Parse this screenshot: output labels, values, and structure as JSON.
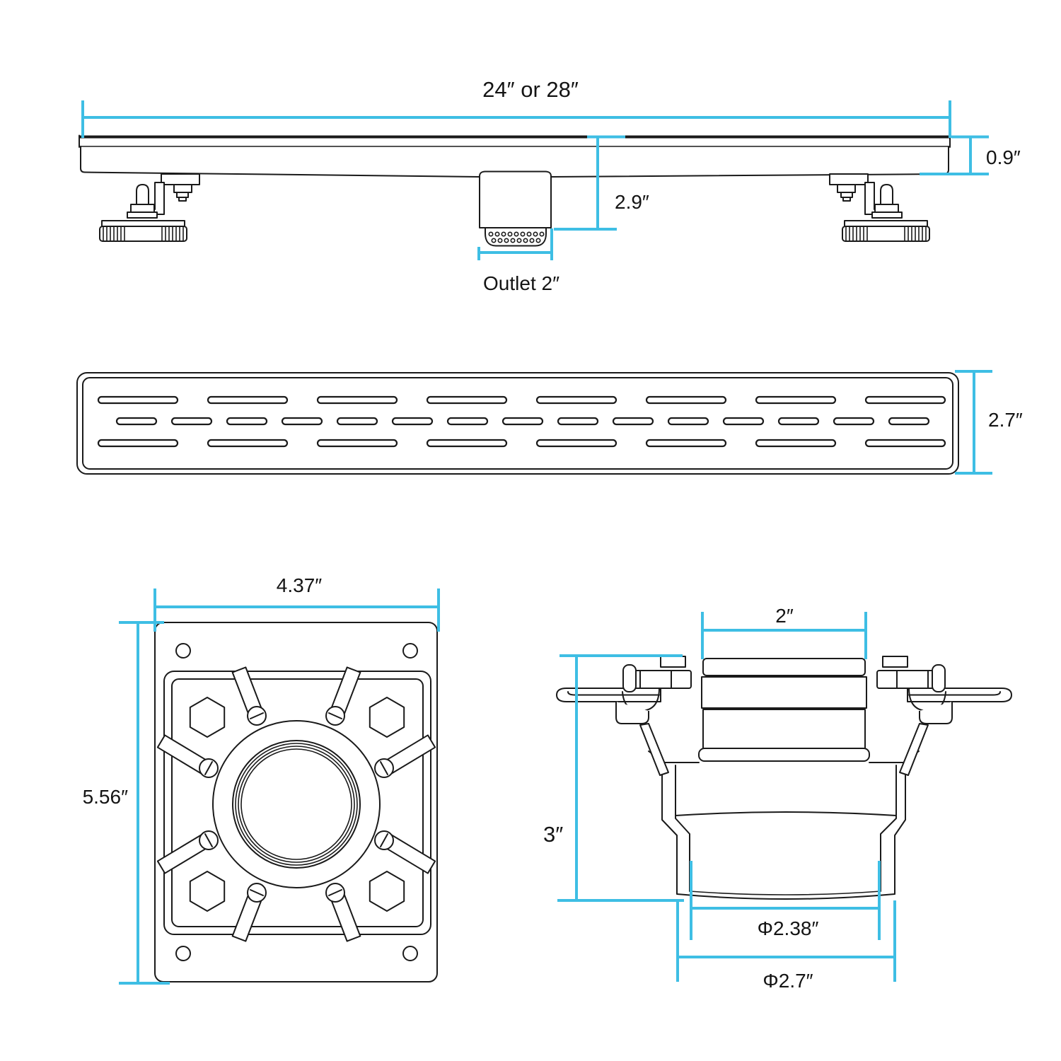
{
  "drawing": {
    "subject": "linear-shower-drain-dimension-diagram",
    "colors": {
      "dimension_lines": "#3ebee4",
      "drawing_lines": "#1a1a1a",
      "background": "#ffffff",
      "text": "#141414"
    },
    "views": {
      "side_view": {
        "dimensions": {
          "length": "24″ or 28″",
          "frame_height": "0.9″",
          "drain_height": "2.9″",
          "outlet": "Outlet 2″"
        }
      },
      "grate_view": {
        "dimensions": {
          "width": "2.7″"
        }
      },
      "flange_view": {
        "dimensions": {
          "width": "4.37″",
          "height": "5.56″"
        }
      },
      "coupling_view": {
        "dimensions": {
          "outlet_width": "2″",
          "height": "3″",
          "inner_diameter": "Φ2.38″",
          "outer_diameter": "Φ2.7″"
        }
      }
    }
  }
}
